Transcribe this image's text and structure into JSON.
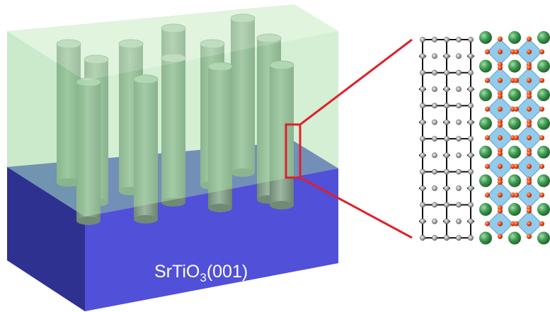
{
  "substrate": {
    "label_main": "SrTiO",
    "label_sub": "3",
    "label_tail": "(001)",
    "color_top": "#3a3fbf",
    "color_front": "#4f4fd6",
    "color_side": "#2d2f8f"
  },
  "film": {
    "color": "#a9dfa9",
    "opacity": 0.55
  },
  "nanopillars": {
    "count": 12,
    "color": "#8fa895"
  },
  "zoom_box": {
    "color": "#e0202a"
  },
  "lattice_left": {
    "cell_rows": 6,
    "cell_cols": 2,
    "line_color": "#111111",
    "atom_color": "#a8a8a8"
  },
  "lattice_right": {
    "large_atom_color": "#3e8f4f",
    "small_atom_color": "#e8420f",
    "octahedron_color": "#7fc2e8"
  }
}
